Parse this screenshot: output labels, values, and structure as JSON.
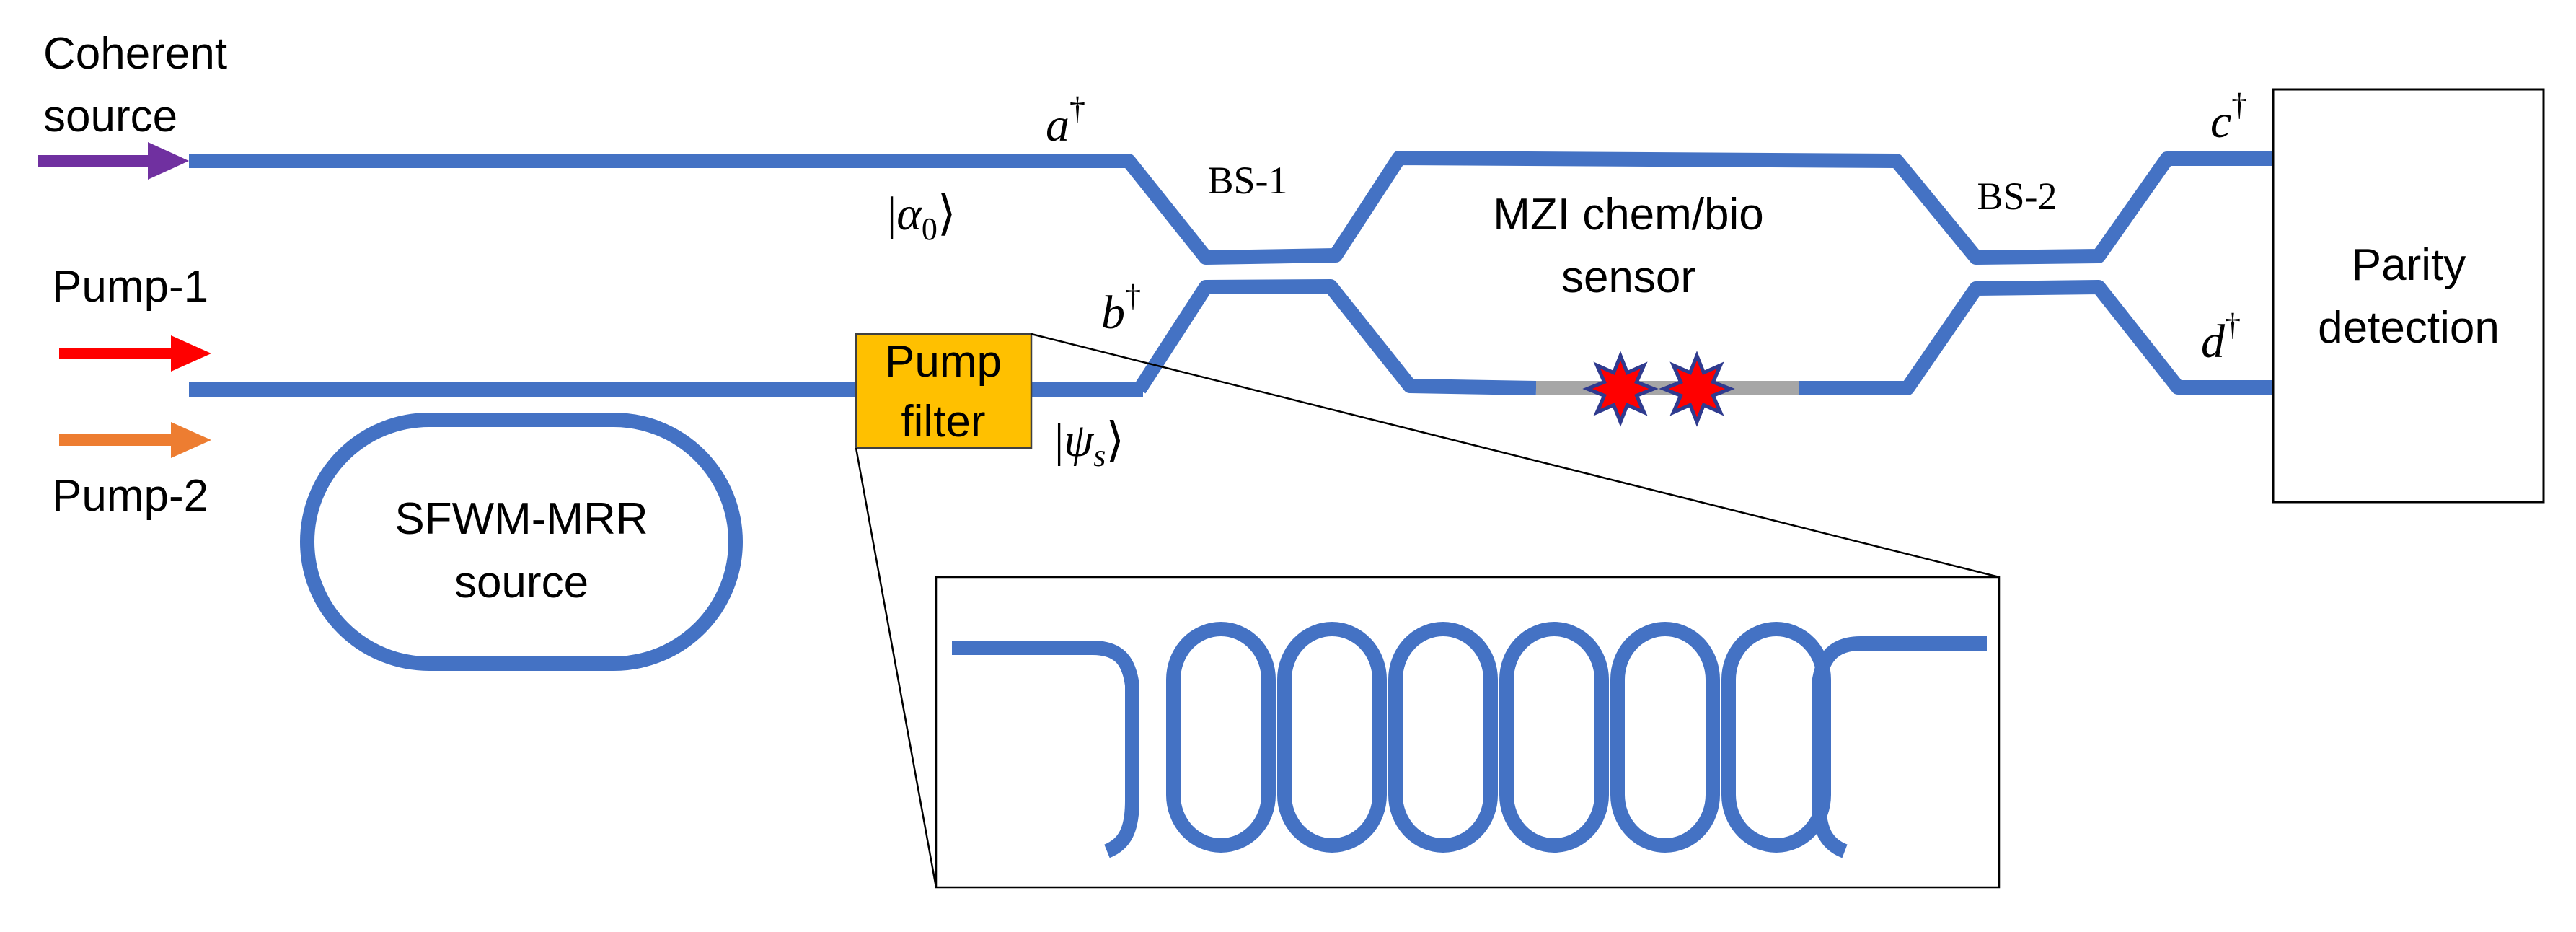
{
  "labels": {
    "coherent_line1": "Coherent",
    "coherent_line2": "source",
    "pump1": "Pump-1",
    "pump2": "Pump-2",
    "ring_line1": "SFWM-MRR",
    "ring_line2": "source",
    "filter_line1": "Pump",
    "filter_line2": "filter",
    "bs1": "BS-1",
    "bs2": "BS-2",
    "mzi_line1": "MZI chem/bio",
    "mzi_line2": "sensor",
    "parity_line1": "Parity",
    "parity_line2": "detection"
  },
  "math": {
    "a_base": "a",
    "a_sup": "†",
    "b_base": "b",
    "b_sup": "†",
    "c_base": "c",
    "c_sup": "†",
    "d_base": "d",
    "d_sup": "†",
    "alpha_open": "|",
    "alpha_base": "α",
    "alpha_sub": "0",
    "alpha_close": "⟩",
    "psi_open": "|",
    "psi_base": "ψ",
    "psi_sub": "s",
    "psi_close": "⟩"
  },
  "colors": {
    "waveguide": "#4472c4",
    "coherent_arrow": "#7030a0",
    "pump1_arrow": "#ff0000",
    "pump2_arrow": "#ed7d31",
    "filter_fill": "#ffc000",
    "sensor_region": "#a6a6a6",
    "analyte_fill": "#ff0000",
    "analyte_stroke": "#2f3b8f"
  },
  "icons": {
    "analyte": "starburst-icon",
    "input_arrow": "arrow-right-icon"
  }
}
